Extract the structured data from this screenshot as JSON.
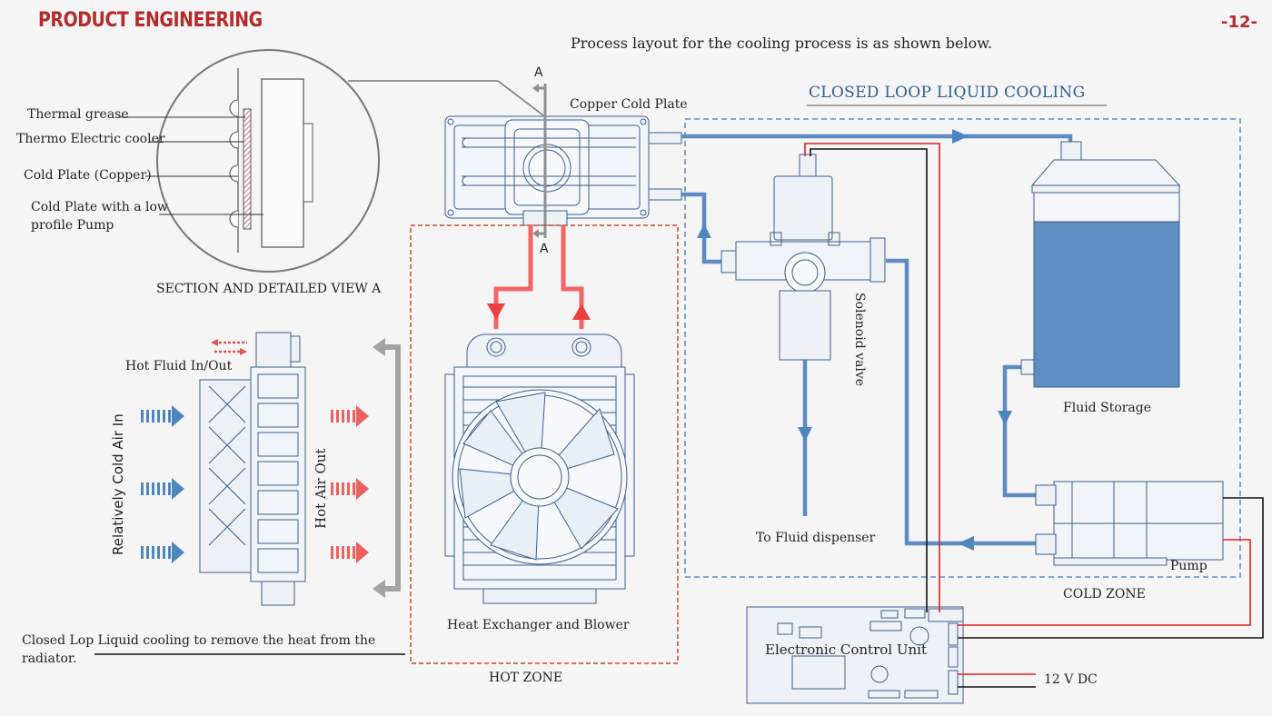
{
  "header": {
    "brand": "PRODUCT ENGINEERING",
    "page_number": "-12-"
  },
  "intro": "Process layout for the cooling process is as shown below.",
  "section_view": {
    "labels": [
      "Thermal grease",
      "Thermo Electric cooler",
      "Cold Plate (Copper)",
      "Cold Plate with a low",
      "profile Pump"
    ],
    "caption": "SECTION AND DETAILED VIEW A",
    "section_marker": "A"
  },
  "radiator_side": {
    "hot_fluid": "Hot Fluid In/Out",
    "cold_air": "Relatively Cold Air In",
    "hot_air": "Hot Air Out"
  },
  "cold_plate": "Copper Cold Plate",
  "loop_title": "CLOSED LOOP LIQUID COOLING",
  "solenoid": "Solenoid valve",
  "fluid_storage": "Fluid Storage",
  "to_dispenser": "To Fluid dispenser",
  "pump": "Pump",
  "cold_zone": "COLD ZONE",
  "heat_exchanger": "Heat Exchanger and Blower",
  "hot_zone": "HOT ZONE",
  "ecu": "Electronic Control Unit",
  "power": "12 V DC",
  "footnote": [
    "Closed Lop Liquid cooling to remove the heat from the",
    "radiator."
  ],
  "colors": {
    "brand": "#b52a2a",
    "coolant": "#4f86c0",
    "hot_fluid": "#f26565",
    "line": "#3d5f8a",
    "wire_red": "#e02020",
    "wire_black": "#111111"
  }
}
